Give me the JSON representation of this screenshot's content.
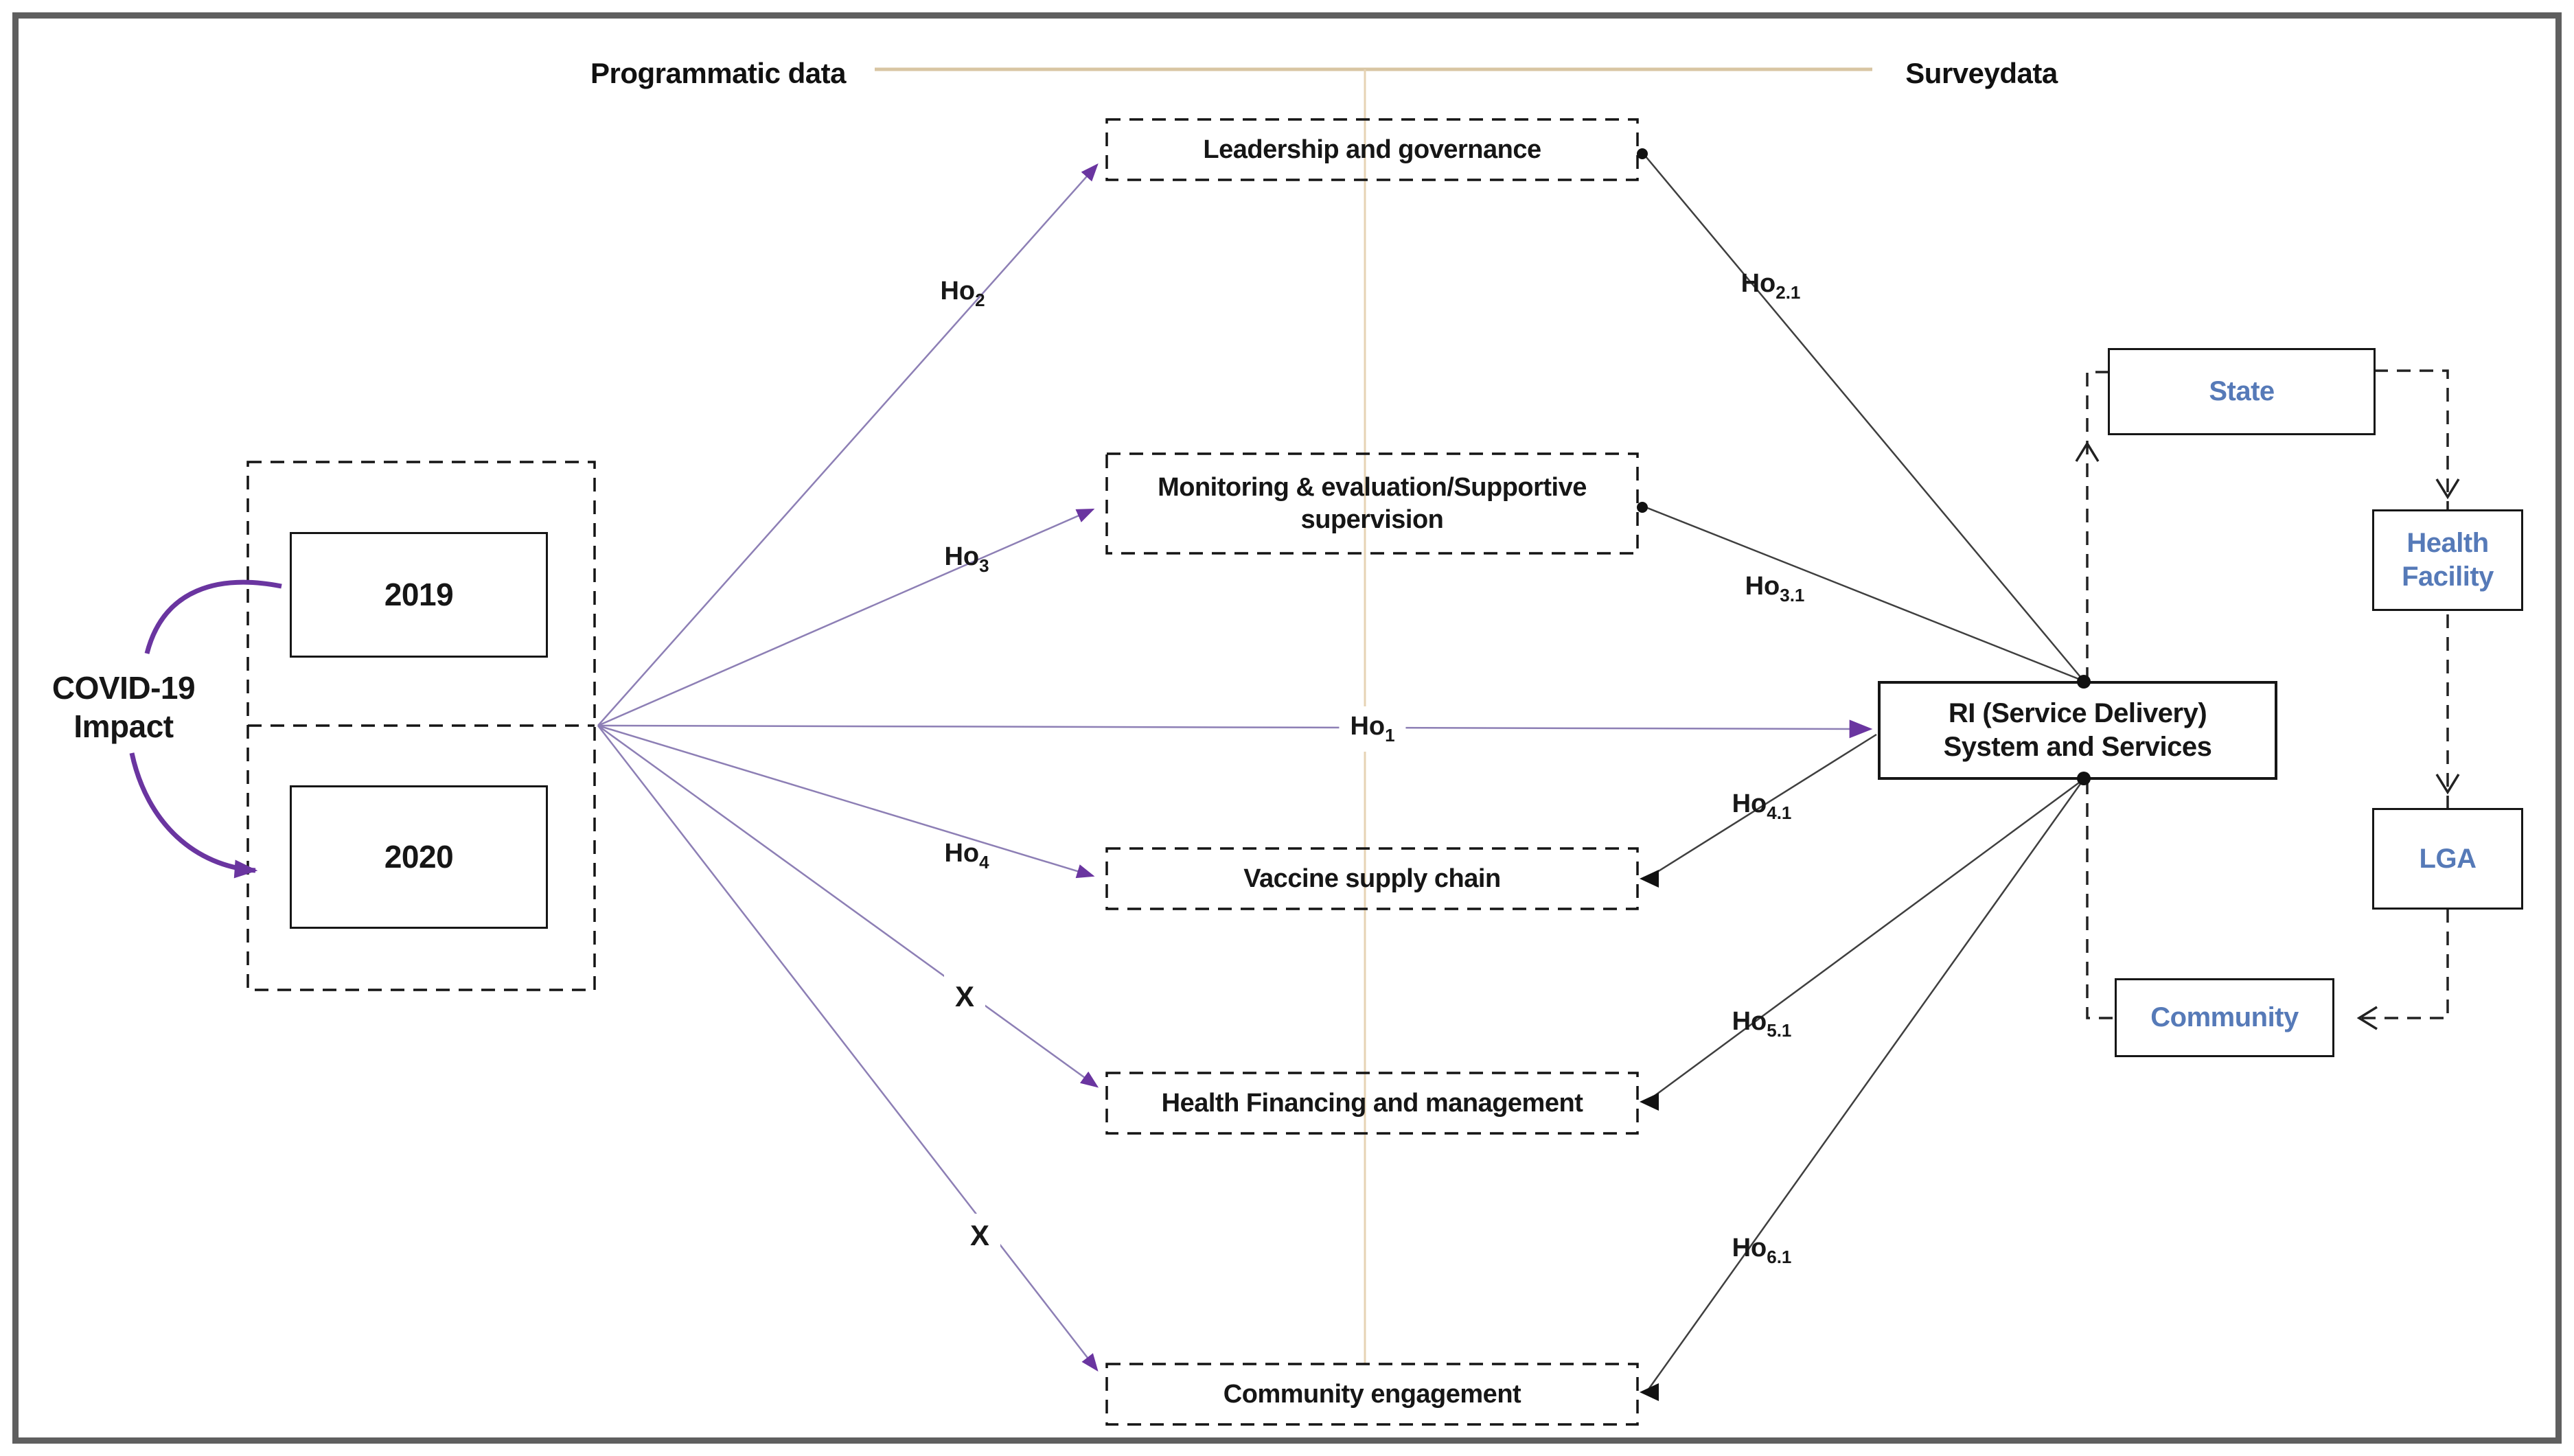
{
  "header": {
    "left_label": "Programmatic data",
    "right_label": "Surveydata"
  },
  "covid": {
    "label_line1": "COVID-19",
    "label_line2": "Impact",
    "year_top": "2019",
    "year_bottom": "2020"
  },
  "enablers": [
    {
      "label": "Leadership and governance"
    },
    {
      "label_line1": "Monitoring & evaluation/Supportive",
      "label_line2": "supervision"
    },
    {
      "label": "Vaccine supply chain"
    },
    {
      "label": "Health Financing and management"
    },
    {
      "label": "Community engagement"
    }
  ],
  "hypotheses_programmatic": {
    "ho2": {
      "base": "Ho",
      "sub": "2"
    },
    "ho3": {
      "base": "Ho",
      "sub": "3"
    },
    "ho1": {
      "base": "Ho",
      "sub": "1"
    },
    "ho4": {
      "base": "Ho",
      "sub": "4"
    },
    "x_financing": "X",
    "x_community": "X"
  },
  "hypotheses_survey": {
    "ho21": {
      "base": "Ho",
      "sub": "2.1"
    },
    "ho31": {
      "base": "Ho",
      "sub": "3.1"
    },
    "ho41": {
      "base": "Ho",
      "sub": "4.1"
    },
    "ho51": {
      "base": "Ho",
      "sub": "5.1"
    },
    "ho61": {
      "base": "Ho",
      "sub": "6.1"
    }
  },
  "ri_box": {
    "line1": "RI (Service Delivery)",
    "line2": "System and Services"
  },
  "admin_flow": {
    "state": "State",
    "health_facility_line1": "Health",
    "health_facility_line2": "Facility",
    "lga": "LGA",
    "community": "Community"
  },
  "colors": {
    "purple_accent": "#6a35a0",
    "purple_line": "#8d7fb5",
    "tan_line": "#d8c5a3",
    "blue_text": "#567ab8",
    "black_line": "#3f3f3f",
    "frame_gray": "#5f5f5f"
  }
}
